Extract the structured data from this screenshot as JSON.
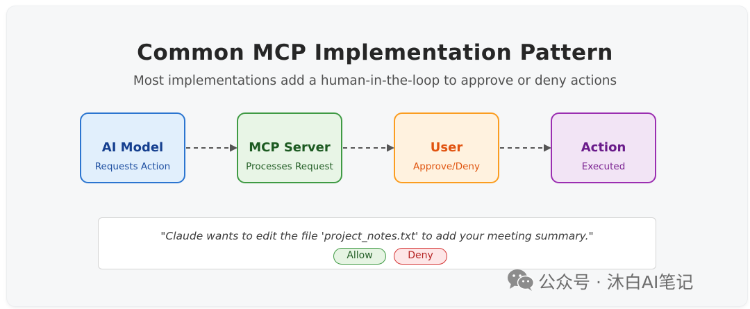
{
  "diagram": {
    "title": "Common MCP Implementation Pattern",
    "subtitle": "Most implementations add a human-in-the-loop to approve or deny actions",
    "nodes": [
      {
        "id": "ai-model",
        "title": "AI Model",
        "subtitle": "Requests Action",
        "color": "#2b75d0",
        "fill": "#e1effc"
      },
      {
        "id": "mcp-server",
        "title": "MCP Server",
        "subtitle": "Processes Request",
        "color": "#3f9a44",
        "fill": "#e8f5e6"
      },
      {
        "id": "user",
        "title": "User",
        "subtitle": "Approve/Deny",
        "color": "#fb9d20",
        "fill": "#fff2df"
      },
      {
        "id": "action",
        "title": "Action",
        "subtitle": "Executed",
        "color": "#9b2eb1",
        "fill": "#f2e4f5"
      }
    ],
    "edges": [
      {
        "from": "ai-model",
        "to": "mcp-server",
        "style": "dashed"
      },
      {
        "from": "mcp-server",
        "to": "user",
        "style": "dashed"
      },
      {
        "from": "user",
        "to": "action",
        "style": "dashed"
      }
    ],
    "prompt": {
      "text": "\"Claude wants to edit the file 'project_notes.txt' to add your meeting summary.\"",
      "allow_label": "Allow",
      "deny_label": "Deny"
    }
  },
  "watermark": {
    "icon": "wechat-icon",
    "text": "公众号 · 沐白AI笔记"
  }
}
